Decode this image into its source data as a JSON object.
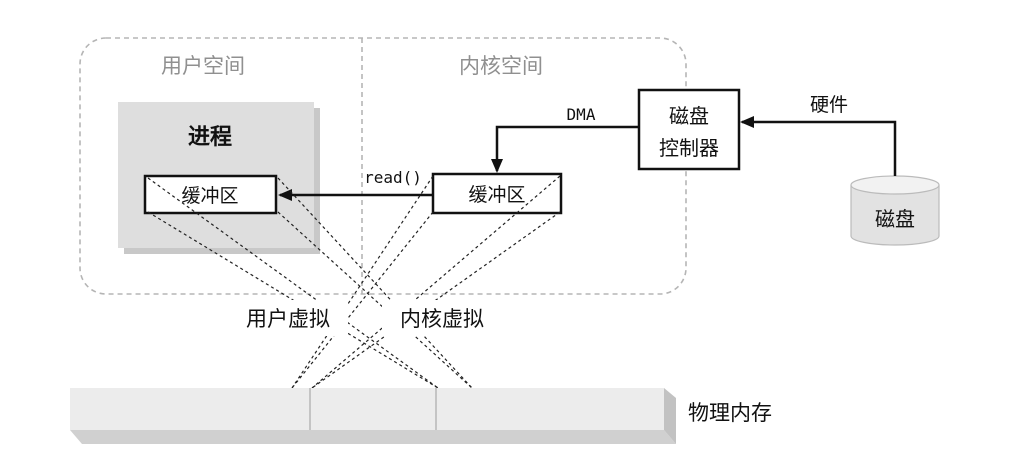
{
  "regions": {
    "user_space": "用户空间",
    "kernel_space": "内核空间"
  },
  "process": {
    "title": "进程",
    "buffer": "缓冲区"
  },
  "kernel_buffer": "缓冲区",
  "disk_controller": {
    "line1": "磁盘",
    "line2": "控制器"
  },
  "disk": "磁盘",
  "labels": {
    "read": "read()",
    "dma": "DMA",
    "hardware": "硬件",
    "user_virtual": "用户虚拟",
    "kernel_virtual": "内核虚拟",
    "physical_memory": "物理内存"
  }
}
